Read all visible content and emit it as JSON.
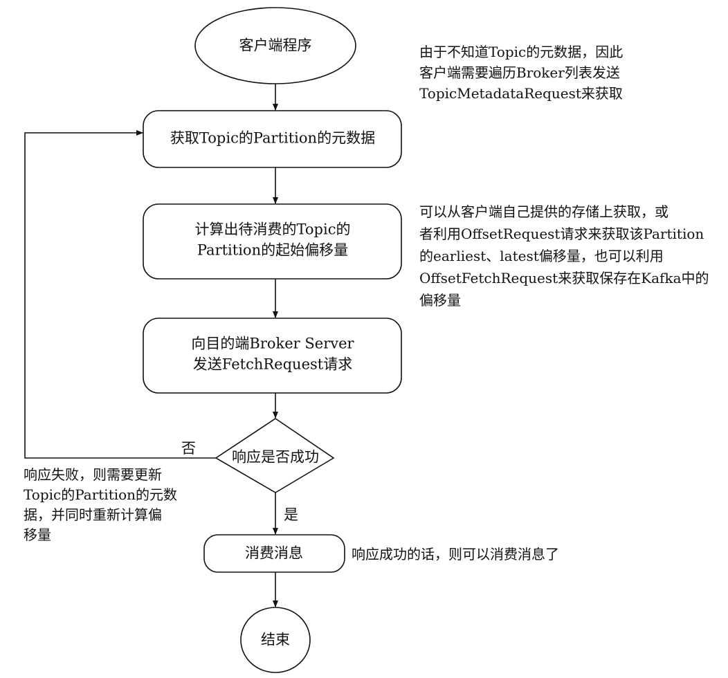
{
  "nodes": {
    "start": "客户端程序",
    "fetch_metadata": "获取Topic的Partition的元数据",
    "compute_offset": [
      "计算出待消费的Topic的",
      "Partition的起始偏移量"
    ],
    "send_request": [
      "向目的端Broker Server",
      "发送FetchRequest请求"
    ],
    "decision": "响应是否成功",
    "consume": "消费消息",
    "end": "结束"
  },
  "edge_labels": {
    "no": "否",
    "yes": "是"
  },
  "annotations": {
    "metadata_note": [
      "由于不知道Topic的元数据，因此",
      "客户端需要遍历Broker列表发送",
      "TopicMetadataRequest来获取"
    ],
    "offset_note": [
      "可以从客户端自己提供的存储上获取，或",
      "者利用OffsetRequest请求来获取该Partition",
      "的earliest、latest偏移量，也可以利用",
      "OffsetFetchRequest来获取保存在Kafka中的",
      "偏移量"
    ],
    "failure_note": [
      "响应失败，则需要更新",
      "Topic的Partition的元数",
      "据，并同时重新计算偏",
      "移量"
    ],
    "success_note": "响应成功的话，则可以消费消息了"
  }
}
